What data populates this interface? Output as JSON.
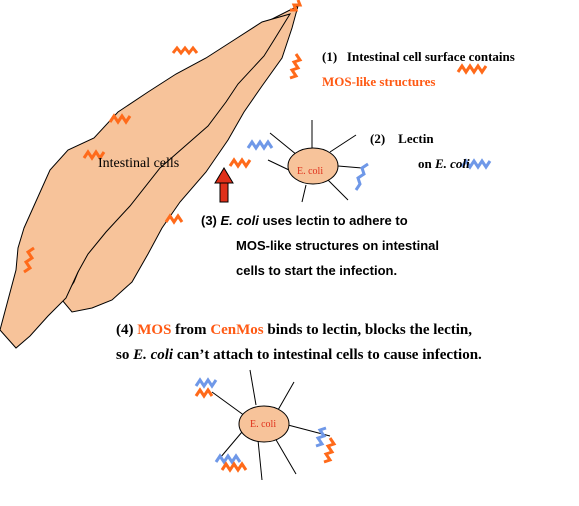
{
  "labels": {
    "intestinal_cells": "Intestinal cells",
    "ecoli_upper": "E. coli",
    "ecoli_lower": "E. coli"
  },
  "step1": {
    "num": "(1)",
    "text": "Intestinal cell surface contains",
    "highlight": "MOS-like structures"
  },
  "step2": {
    "num": "(2)",
    "word": "Lectin",
    "on": "on",
    "organism": "E. coli"
  },
  "step3": {
    "num": "(3)",
    "organism": "E. coli",
    "line1_rest": "uses lectin to adhere to",
    "line2": "MOS-like structures on intestinal",
    "line3": "cells to start the infection."
  },
  "step4": {
    "num": "(4)",
    "mos": "MOS",
    "from": "from",
    "brand": "CenMos",
    "line1_rest": "binds to lectin, blocks the lectin,",
    "so": "so",
    "organism": "E. coli",
    "line2_rest": "can’t attach to intestinal cells to cause infection."
  },
  "colors": {
    "cell_fill": "#f7c39a",
    "mos": "#ff6a1a",
    "lectin": "#6f98e8",
    "arrow": "#e0301a"
  },
  "icons": {
    "arrow": "up-arrow",
    "mos": "zigzag-orange",
    "lectin": "zigzag-blue"
  }
}
